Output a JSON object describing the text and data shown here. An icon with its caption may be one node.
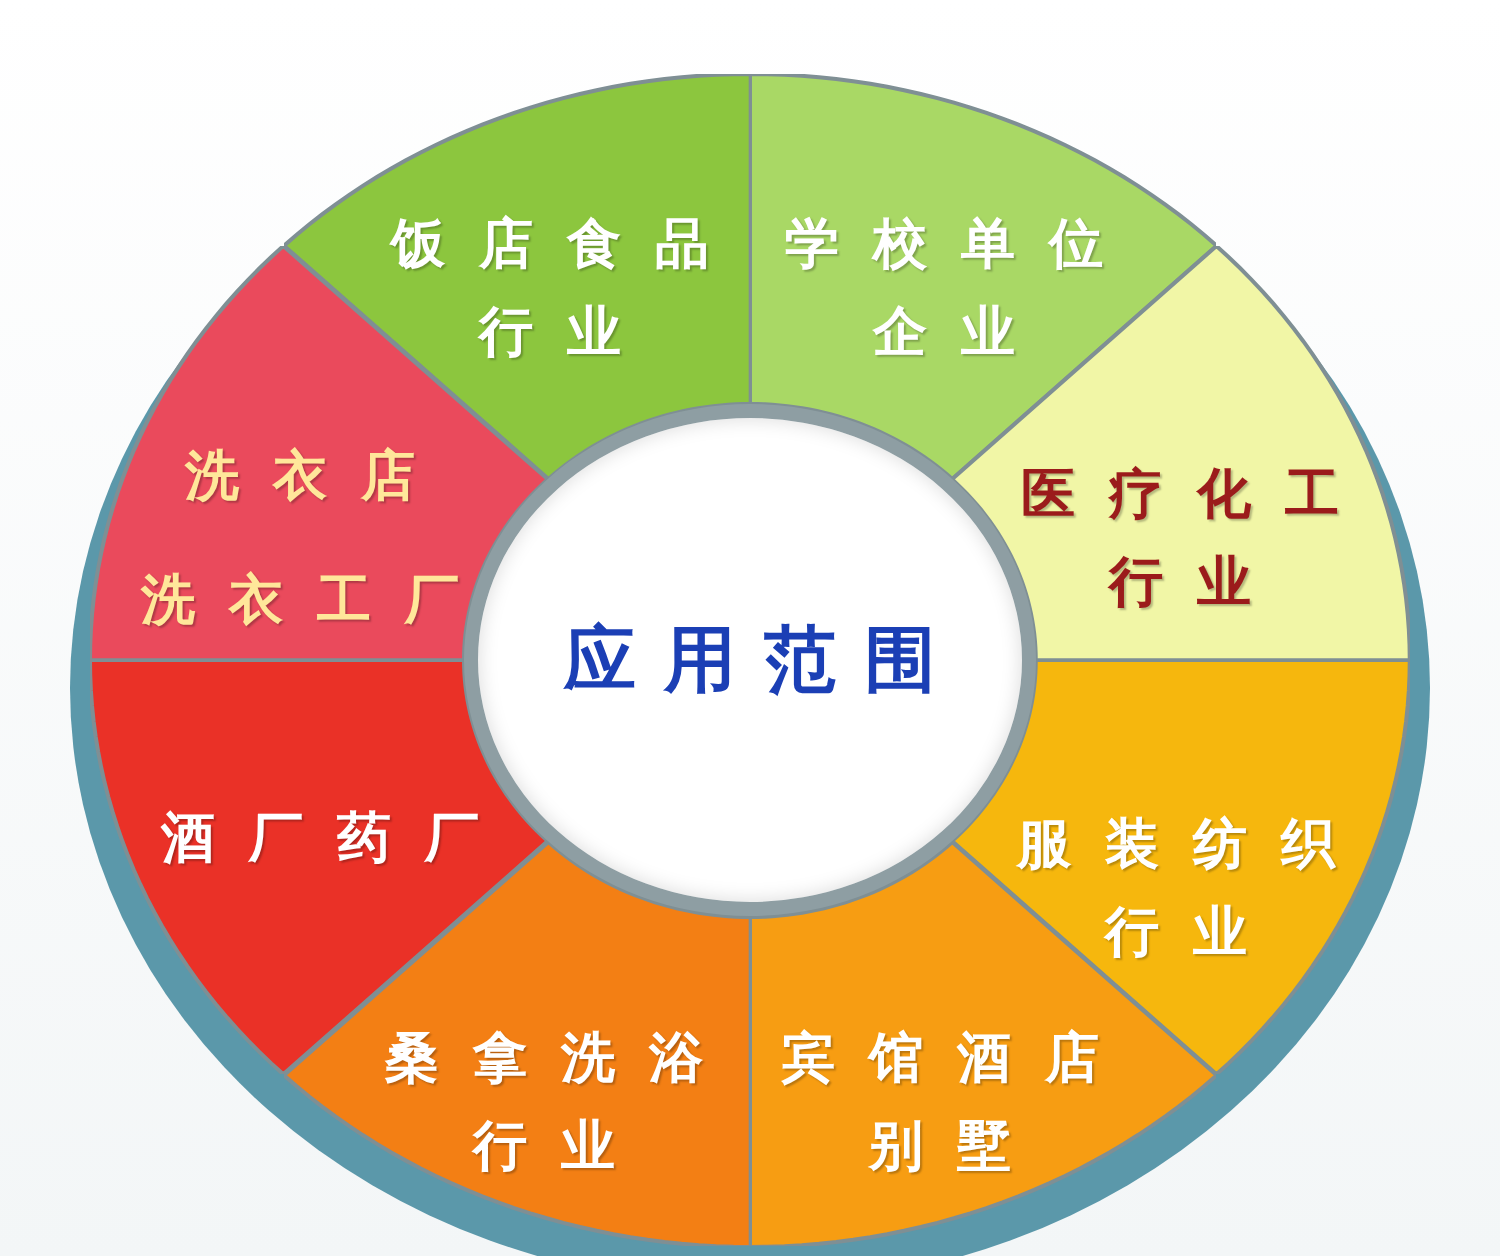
{
  "diagram": {
    "nodes": [
      {
        "text": [
          "饭店食品行业"
        ]
      },
      {
        "text": [
          "学校单位企业"
        ]
      },
      {
        "text": [
          "洗衣店",
          "洗衣工厂"
        ]
      },
      {
        "text": [
          "医疗化工行业"
        ]
      },
      {
        "text": [
          "酒厂药厂"
        ]
      },
      {
        "text": [
          "服装纺织行业"
        ]
      },
      {
        "text": [
          "桑拿洗浴行业"
        ]
      },
      {
        "text": [
          "宾馆酒店别墅"
        ]
      },
      {
        "text": [
          "应用范围"
        ]
      }
    ]
  }
}
